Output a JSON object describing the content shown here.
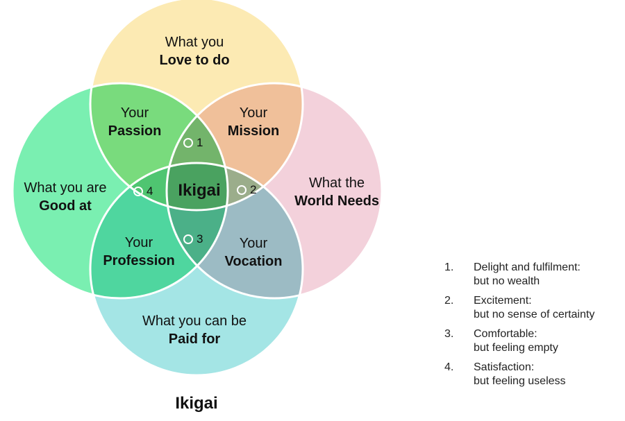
{
  "circles": [
    {
      "name": "love",
      "line1": "What you",
      "line2": "Love to do",
      "color": "#fbe6a6"
    },
    {
      "name": "good",
      "line1": "What you are",
      "line2": "Good at",
      "color": "#4de997"
    },
    {
      "name": "world",
      "line1": "What the",
      "line2": "World Needs",
      "color": "#efc1cf"
    },
    {
      "name": "paid",
      "line1": "What you can be",
      "line2": "Paid for",
      "color": "#86dcdc"
    }
  ],
  "overlaps": [
    {
      "line1": "Your",
      "line2": "Passion"
    },
    {
      "line1": "Your",
      "line2": "Mission"
    },
    {
      "line1": "Your",
      "line2": "Profession"
    },
    {
      "line1": "Your",
      "line2": "Vocation"
    }
  ],
  "center": "Ikigai",
  "markers": [
    "1",
    "2",
    "3",
    "4"
  ],
  "title": "Ikigai",
  "legend": [
    {
      "n": "1.",
      "a": "Delight and fulfilment:",
      "b": "but no wealth"
    },
    {
      "n": "2.",
      "a": "Excitement:",
      "b": "but no sense of certainty"
    },
    {
      "n": "3.",
      "a": "Comfortable:",
      "b": "but feeling empty"
    },
    {
      "n": "4.",
      "a": "Satisfaction:",
      "b": "but feeling useless"
    }
  ]
}
